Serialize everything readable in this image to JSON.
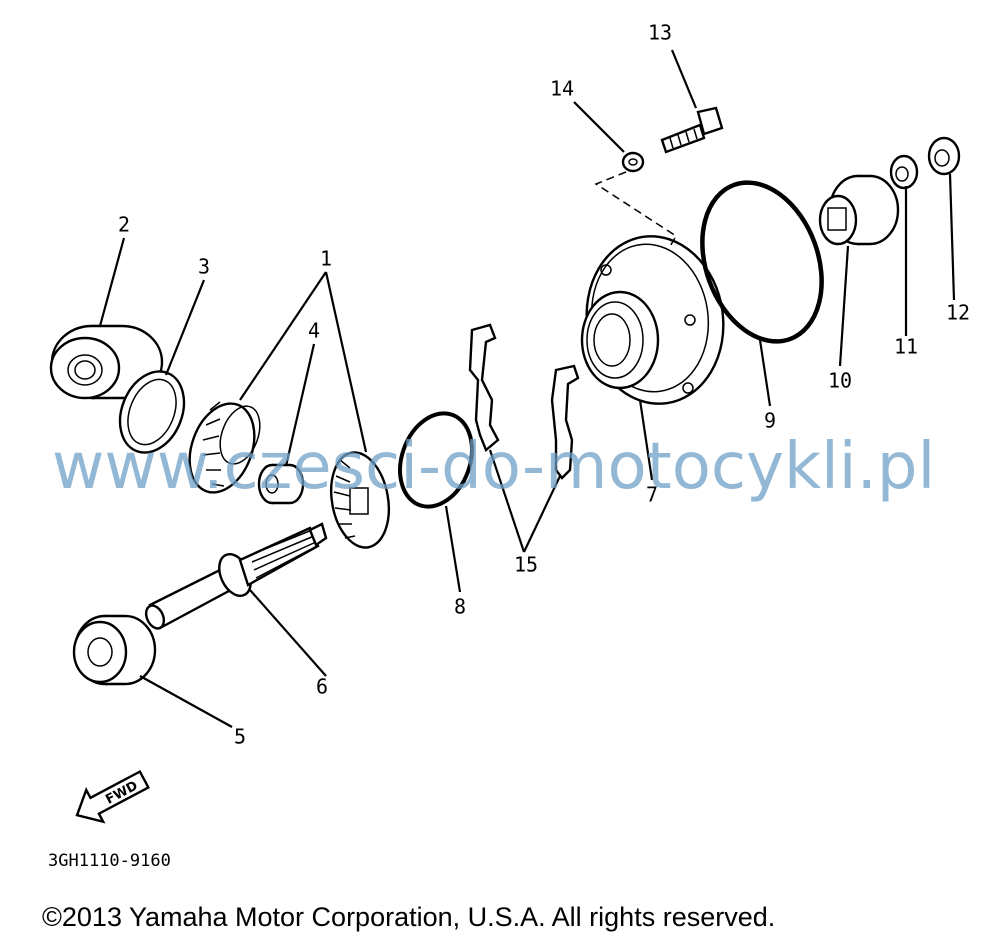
{
  "diagram": {
    "watermark": "www.czesci-do-motocykli.pl",
    "catalog_code": "3GH1110-9160",
    "copyright": "©2013 Yamaha Motor Corporation, U.S.A. All rights reserved.",
    "fwd_label": "FWD",
    "callouts": [
      {
        "id": "1",
        "text": "1"
      },
      {
        "id": "2",
        "text": "2"
      },
      {
        "id": "3",
        "text": "3"
      },
      {
        "id": "4",
        "text": "4"
      },
      {
        "id": "5",
        "text": "5"
      },
      {
        "id": "6",
        "text": "6"
      },
      {
        "id": "7",
        "text": "7"
      },
      {
        "id": "8",
        "text": "8"
      },
      {
        "id": "9",
        "text": "9"
      },
      {
        "id": "10",
        "text": "10"
      },
      {
        "id": "11",
        "text": "11"
      },
      {
        "id": "12",
        "text": "12"
      },
      {
        "id": "13",
        "text": "13"
      },
      {
        "id": "14",
        "text": "14"
      },
      {
        "id": "15",
        "text": "15"
      }
    ]
  }
}
